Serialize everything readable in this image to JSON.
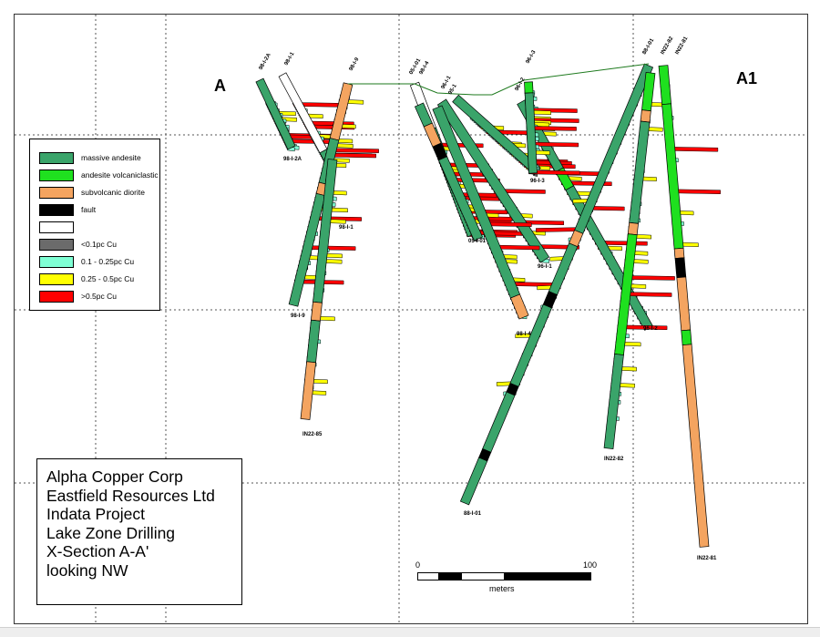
{
  "section": {
    "label_left": "A",
    "label_right": "A1"
  },
  "legend": {
    "items": [
      {
        "key": "massive_andesite",
        "label": "massive andesite",
        "color": "#3aa46a"
      },
      {
        "key": "andesite_volcaniclastic",
        "label": "andesite volcaniclastic",
        "color": "#1fe01f"
      },
      {
        "key": "subvolcanic_diorite",
        "label": "subvolcanic diorite",
        "color": "#f4a460"
      },
      {
        "key": "fault",
        "label": "fault",
        "color": "#000000"
      },
      {
        "key": "blank",
        "label": "",
        "color": "#ffffff"
      },
      {
        "key": "cu_lt_01",
        "label": "<0.1pc Cu",
        "color": "#6b6b6b"
      },
      {
        "key": "cu_01_025",
        "label": "0.1 - 0.25pc Cu",
        "color": "#7fffd4"
      },
      {
        "key": "cu_025_05",
        "label": "0.25 - 0.5pc Cu",
        "color": "#ffff00"
      },
      {
        "key": "cu_gt_05",
        "label": ">0.5pc Cu",
        "color": "#ff0000"
      }
    ]
  },
  "title_block": {
    "lines": [
      "Alpha Copper Corp",
      "Eastfield Resources Ltd",
      "Indata Project",
      "Lake Zone Drilling",
      "X-Section A-A'",
      "looking NW"
    ]
  },
  "scale_bar": {
    "start_label": "0",
    "end_label": "100",
    "units": "meters"
  },
  "drillholes": {
    "collar_labels": [
      "98-I-2A",
      "98-I-1",
      "98-I-9",
      "05-I-01",
      "98-I-4",
      "96-I-1",
      "95-1",
      "96-I-2",
      "96-I-3",
      "88-I-01",
      "IN22-82",
      "IN22-81"
    ],
    "end_labels": [
      "98-I-2A",
      "98-I-1",
      "98-I-9",
      "IN22-85",
      "05-I-01",
      "96-I-3",
      "96-I-1",
      "98-I-4",
      "96-I-2",
      "IN22-82",
      "88-I-01",
      "IN22-81"
    ]
  },
  "colors": {
    "frame": "#333333",
    "grid": "#555555",
    "collar_line": "#1e7a1e"
  }
}
